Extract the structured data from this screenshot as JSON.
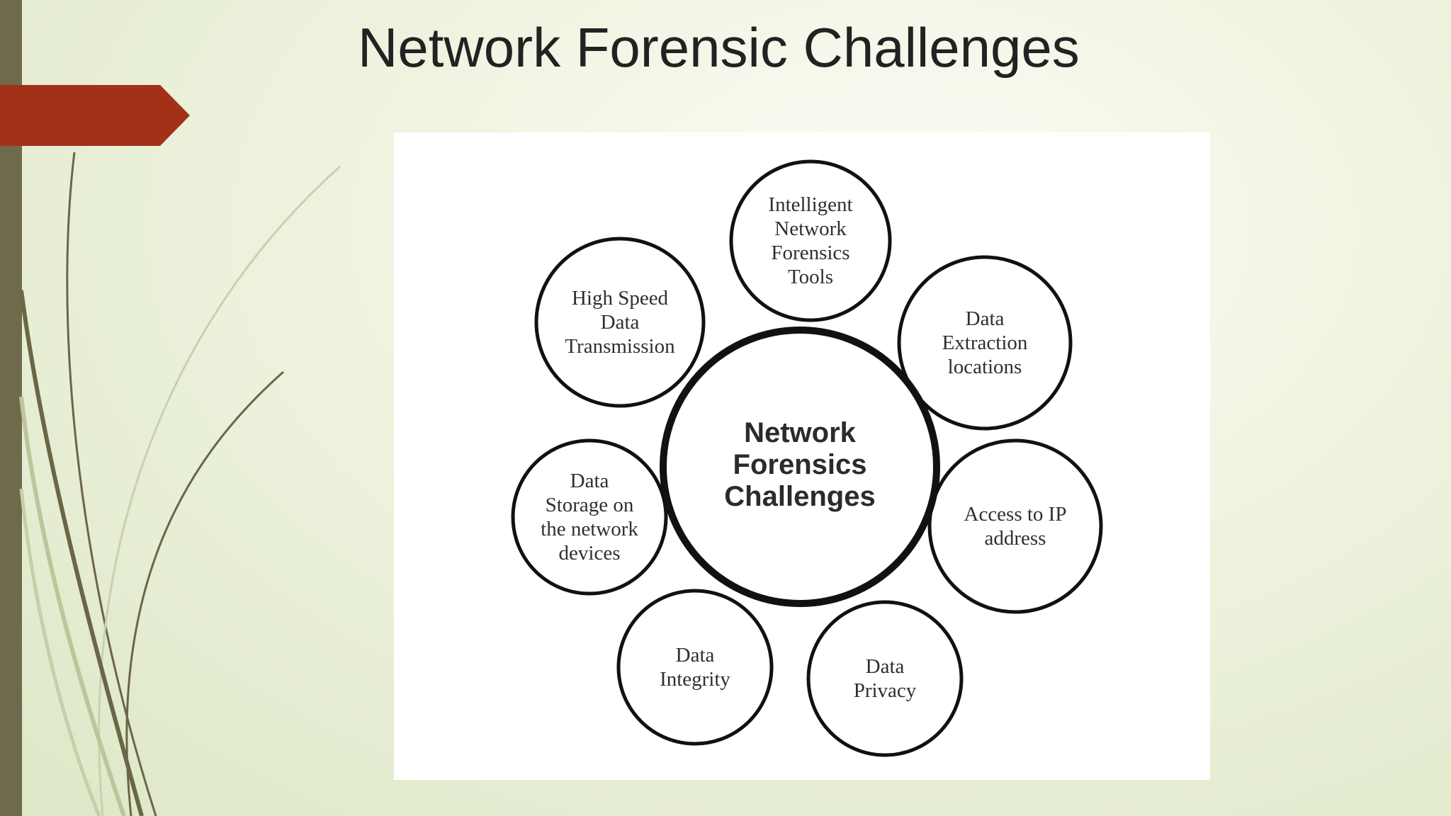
{
  "slide": {
    "title": "Network Forensic Challenges"
  },
  "colors": {
    "accent_tag": "#a33117",
    "side_bar": "#6f6a4b",
    "swoosh": "#6b6646",
    "circle_stroke": "#111111"
  },
  "diagram": {
    "center": {
      "lines": [
        "Network",
        "Forensics",
        "Challenges"
      ]
    },
    "nodes": [
      {
        "id": "intelligent-tools",
        "lines": [
          "Intelligent",
          "Network",
          "Forensics",
          "Tools"
        ]
      },
      {
        "id": "data-extraction",
        "lines": [
          "Data",
          "Extraction",
          "locations"
        ]
      },
      {
        "id": "ip-access",
        "lines": [
          "Access to IP",
          "address"
        ]
      },
      {
        "id": "data-privacy",
        "lines": [
          "Data",
          "Privacy"
        ]
      },
      {
        "id": "data-integrity",
        "lines": [
          "Data",
          "Integrity"
        ]
      },
      {
        "id": "data-storage",
        "lines": [
          "Data",
          "Storage on",
          "the network",
          "devices"
        ]
      },
      {
        "id": "high-speed",
        "lines": [
          "High Speed",
          "Data",
          "Transmission"
        ]
      }
    ]
  }
}
